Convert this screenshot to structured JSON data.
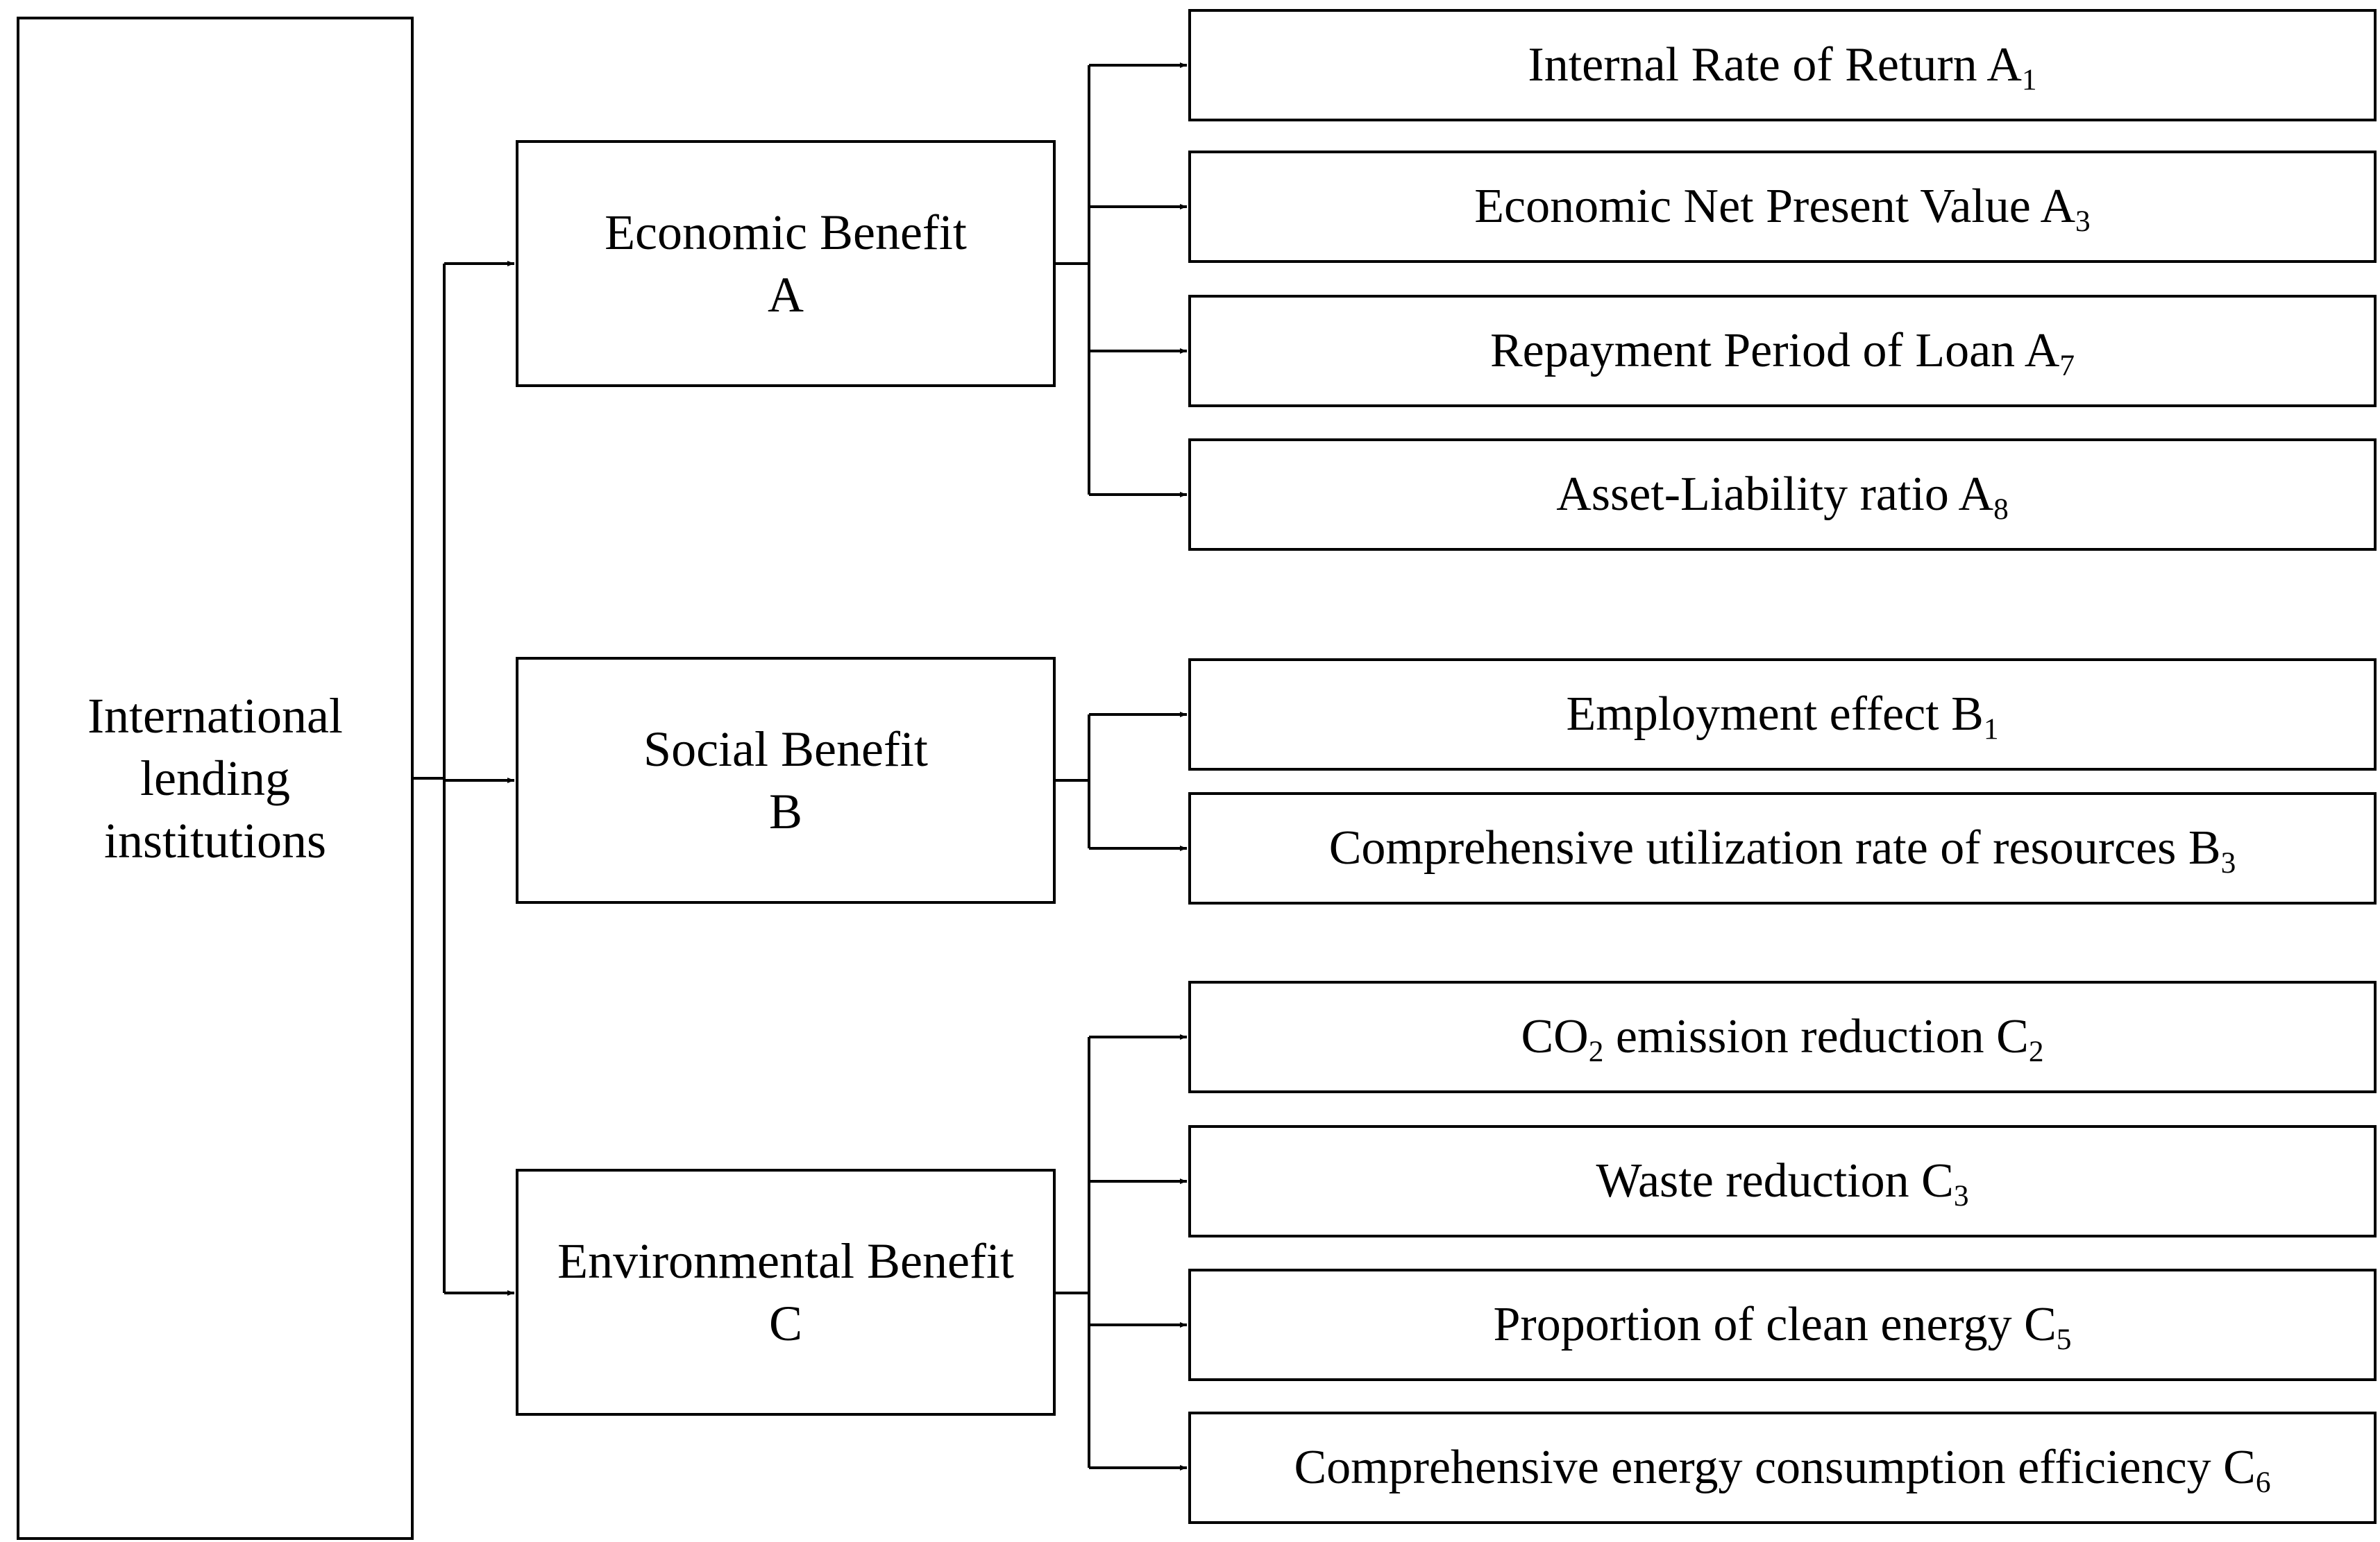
{
  "root": {
    "label": "International lending institutions"
  },
  "categories": [
    {
      "title": "Economic Benefit",
      "code": "A",
      "indicators": [
        {
          "text": "Internal Rate of Return A",
          "sub": "1"
        },
        {
          "text": "Economic Net Present Value A",
          "sub": "3"
        },
        {
          "text": "Repayment Period of Loan A",
          "sub": "7"
        },
        {
          "text": "Asset-Liability ratio A",
          "sub": "8"
        }
      ]
    },
    {
      "title": "Social Benefit",
      "code": "B",
      "indicators": [
        {
          "text": "Employment effect B",
          "sub": "1"
        },
        {
          "text": "Comprehensive utilization rate of resources B",
          "sub": "3"
        }
      ]
    },
    {
      "title": "Environmental Benefit",
      "code": "C",
      "indicators": [
        {
          "pre": "CO",
          "pre_sub": "2",
          "text": " emission reduction C",
          "sub": "2"
        },
        {
          "text": "Waste reduction C",
          "sub": "3"
        },
        {
          "text": "Proportion of clean energy C",
          "sub": "5"
        },
        {
          "text": "Comprehensive energy consumption efficiency C",
          "sub": "6"
        }
      ]
    }
  ]
}
